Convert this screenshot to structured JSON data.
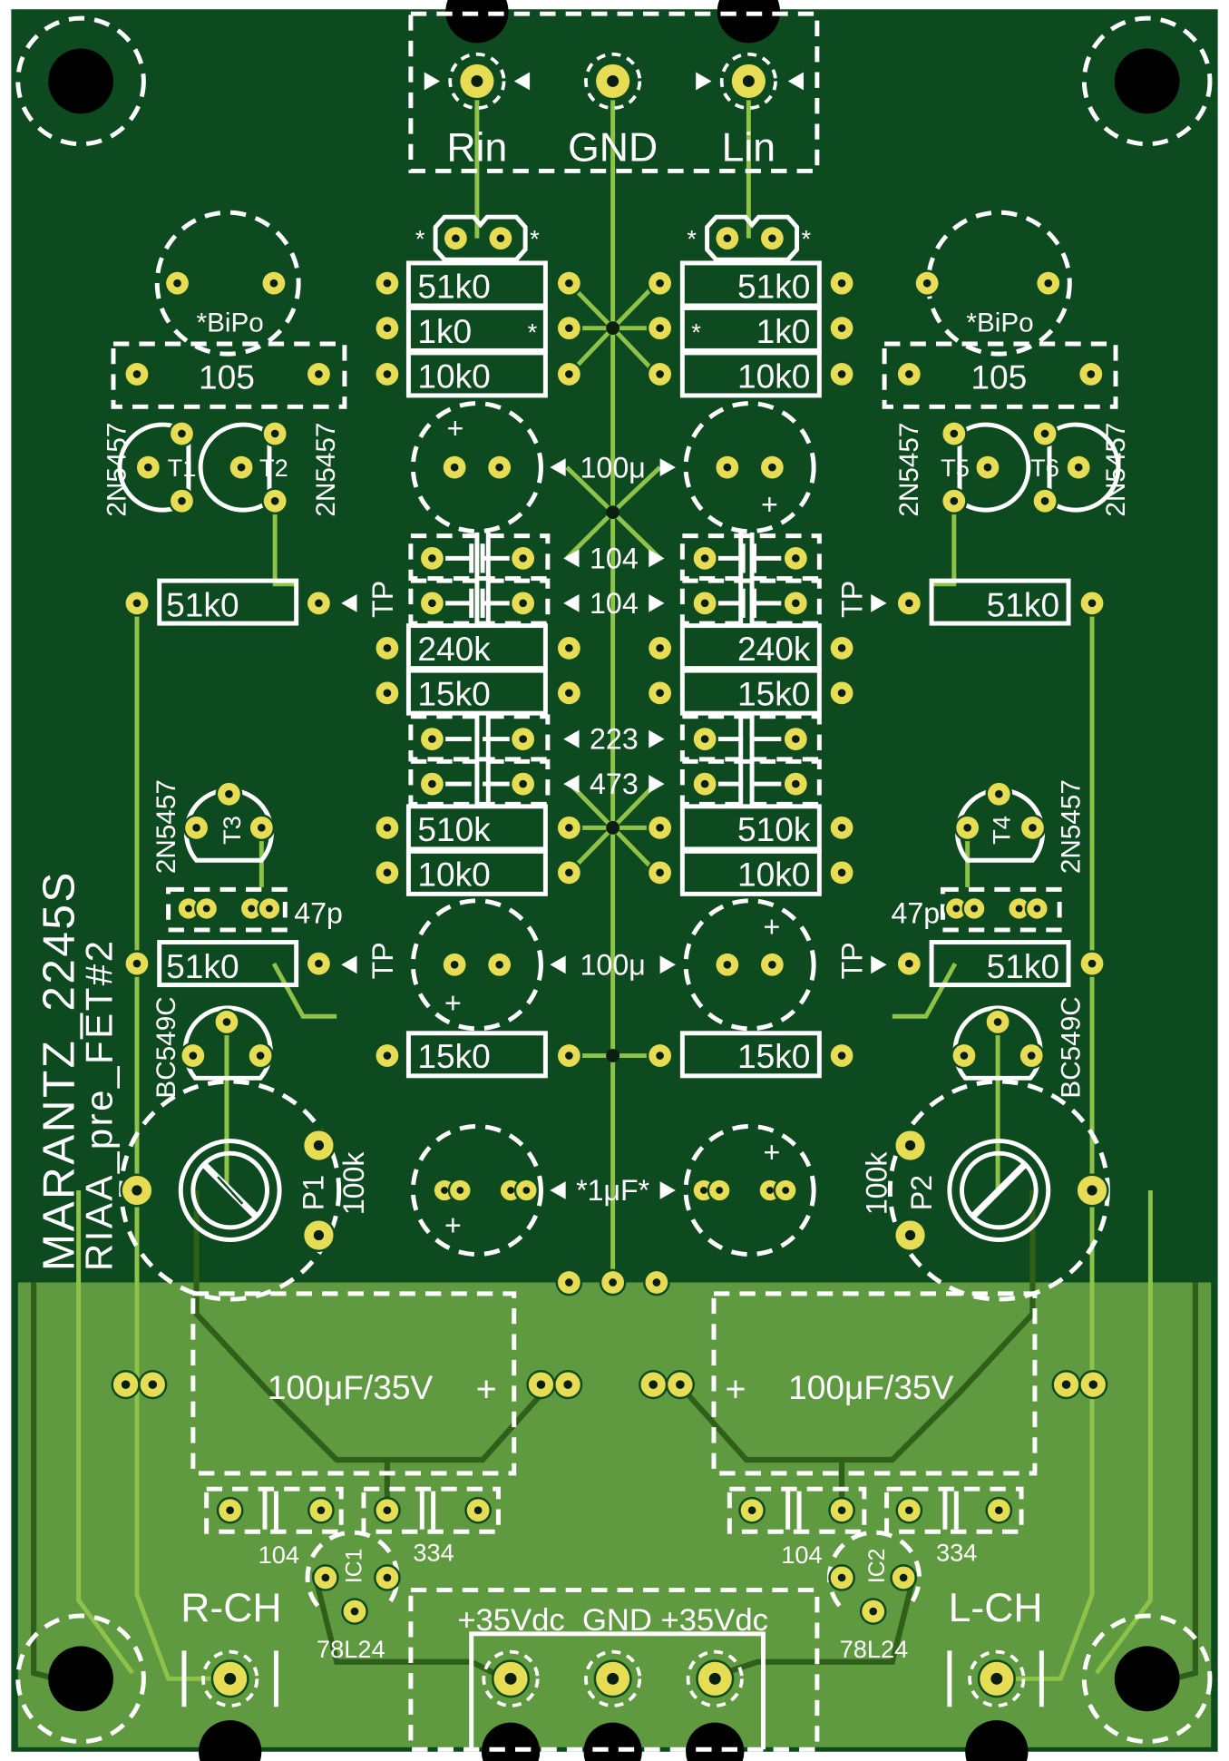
{
  "connector_top": {
    "left": "Rin",
    "center": "GND",
    "right": "Lin"
  },
  "resistors": {
    "r_top_l1": "51k0",
    "r_top_l2": "1k0",
    "r_top_l3": "10k0",
    "r_top_r1": "51k0",
    "r_top_r2": "1k0",
    "r_top_r3": "10k0",
    "r_tp_l": "51k0",
    "r_tp_r": "51k0",
    "r_mid_l1": "240k",
    "r_mid_l2": "15k0",
    "r_mid_r1": "240k",
    "r_mid_r2": "15k0",
    "r_low_l1": "510k",
    "r_low_l2": "10k0",
    "r_low_r1": "510k",
    "r_low_r2": "10k0",
    "r_out_l": "51k0",
    "r_out_r": "51k0",
    "r_bot_l": "15k0",
    "r_bot_r": "15k0"
  },
  "capacitors": {
    "bipo_l": "*BiPo",
    "bipo_r": "*BiPo",
    "film_l": "105",
    "film_r": "105",
    "elec_top": "100μ",
    "elec_mid": "100μ",
    "cer1": "104",
    "cer2": "104",
    "cer3": "223",
    "cer4": "473",
    "small_l": "47p",
    "small_r": "47p",
    "elec_1u": "*1μF*",
    "psu_l": "100μF/35V",
    "psu_r": "100μF/35V",
    "psu_cer_l1": "104",
    "psu_cer_l2": "334",
    "psu_cer_r1": "104",
    "psu_cer_r2": "334"
  },
  "transistors": {
    "t1": "T1",
    "t2": "T2",
    "t3": "T3",
    "t4": "T4",
    "t5": "T5",
    "t6": "T6",
    "type_jfet": "2N5457",
    "type_bjt": "BC549C"
  },
  "test_points": {
    "tp": "TP"
  },
  "pots": {
    "p1": "P1",
    "p2": "P2",
    "value": "100k"
  },
  "regulators": {
    "ic1": "IC1",
    "ic2": "IC2",
    "type": "78L24"
  },
  "power_connector": "+35Vdc  GND +35Vdc",
  "channels": {
    "right": "R-CH",
    "left": "L-CH"
  },
  "board_title": {
    "line1": "MARANTZ_2245S",
    "line2": "RIAA_pre_FET#2"
  },
  "colors": {
    "board": "#0d4a1f",
    "ground_plane": "#5f9a40",
    "pad": "#e6dd55",
    "silkscreen": "#ffffff",
    "trace": "#8ec249"
  }
}
